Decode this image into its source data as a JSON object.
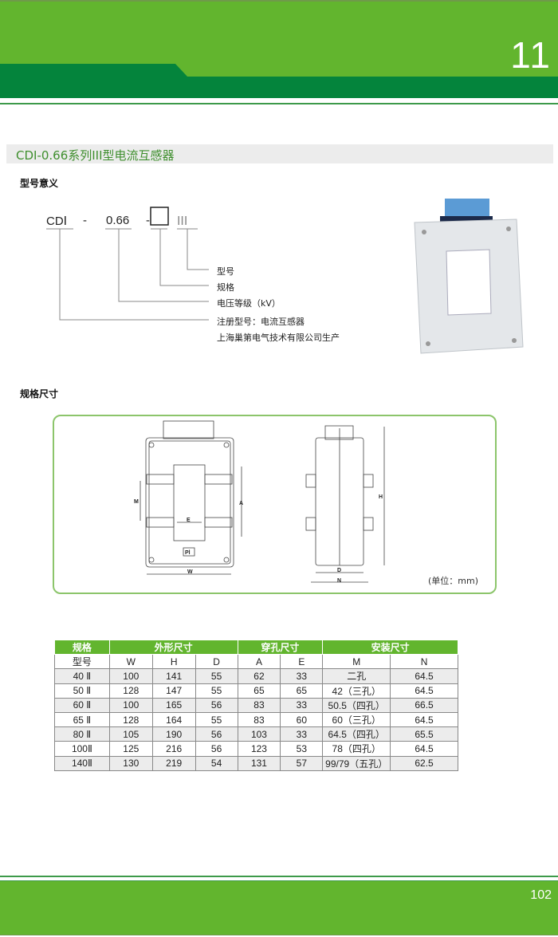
{
  "header": {
    "chapter": "11"
  },
  "title": "CDI-0.66系列ⅠⅠⅠ型电流互感器",
  "model_meaning": {
    "heading": "型号意义",
    "code": {
      "part1": "CDⅠ",
      "dash1": "-",
      "part2": "0.66",
      "dash2": "-",
      "part3": "ⅠⅠⅠ"
    },
    "labels": [
      "型号",
      "规格",
      "电压等级（kV）",
      "注册型号：电流互感器",
      "上海巢第电气技术有限公司生产"
    ]
  },
  "dimensions": {
    "heading": "规格尺寸",
    "front_labels": {
      "M": "M",
      "A": "A",
      "E": "E",
      "W": "W",
      "plate": "Pl"
    },
    "side_labels": {
      "H": "H",
      "D": "D",
      "N": "N"
    },
    "unit": "(单位：mm)"
  },
  "table": {
    "group_headers": [
      "规格",
      "外形尺寸",
      "穿孔尺寸",
      "安装尺寸"
    ],
    "columns": [
      "型号",
      "W",
      "H",
      "D",
      "A",
      "E",
      "M",
      "N"
    ],
    "rows": [
      [
        "40 Ⅱ",
        "100",
        "141",
        "55",
        "62",
        "33",
        "二孔",
        "64.5"
      ],
      [
        "50 Ⅱ",
        "128",
        "147",
        "55",
        "65",
        "65",
        "42（三孔）",
        "64.5"
      ],
      [
        "60 Ⅱ",
        "100",
        "165",
        "56",
        "83",
        "33",
        "50.5（四孔）",
        "66.5"
      ],
      [
        "65 Ⅱ",
        "128",
        "164",
        "55",
        "83",
        "60",
        "60（三孔）",
        "64.5"
      ],
      [
        "80 Ⅱ",
        "105",
        "190",
        "56",
        "103",
        "33",
        "64.5（四孔）",
        "65.5"
      ],
      [
        "100Ⅱ",
        "125",
        "216",
        "56",
        "123",
        "53",
        "78（四孔）",
        "64.5"
      ],
      [
        "140Ⅱ",
        "130",
        "219",
        "54",
        "131",
        "57",
        "99/79（五孔）",
        "62.5"
      ]
    ]
  },
  "footer": {
    "page": "102"
  },
  "colors": {
    "green": "#62b52e",
    "dark_green": "#04843c"
  }
}
